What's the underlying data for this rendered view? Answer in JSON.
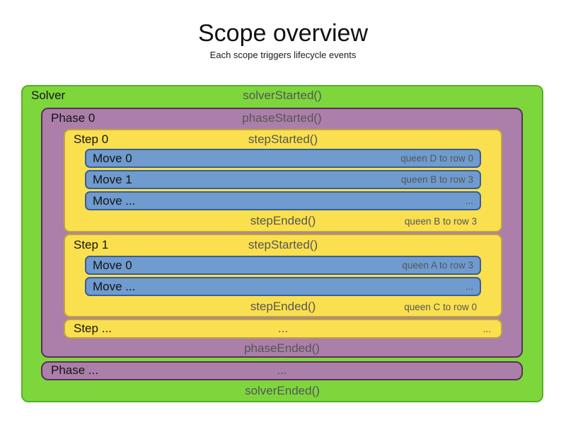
{
  "page": {
    "title": "Scope overview",
    "subtitle": "Each scope triggers lifecycle events"
  },
  "colors": {
    "solver_fill": "#7ed63d",
    "solver_border": "#55b126",
    "phase_fill": "#ab7fa9",
    "phase_border": "#583158",
    "step_fill": "#fae04e",
    "step_border": "#bfa640",
    "move_fill": "#6f9bce",
    "move_border": "#3a5e95",
    "label_text": "#141414",
    "event_text": "#565656",
    "detail_text": "#53565c"
  },
  "solver": {
    "label": "Solver",
    "started_event": "solverStarted()",
    "ended_event": "solverEnded()",
    "phases": [
      {
        "label": "Phase 0",
        "started_event": "phaseStarted()",
        "ended_event": "phaseEnded()",
        "steps": [
          {
            "label": "Step 0",
            "started_event": "stepStarted()",
            "ended_event": "stepEnded()",
            "ended_detail": "queen B to row 3",
            "moves": [
              {
                "label": "Move 0",
                "detail": "queen D to row 0"
              },
              {
                "label": "Move 1",
                "detail": "queen B to row 3"
              },
              {
                "label": "Move ...",
                "detail": "..."
              }
            ]
          },
          {
            "label": "Step 1",
            "started_event": "stepStarted()",
            "ended_event": "stepEnded()",
            "ended_detail": "queen C to row 0",
            "moves": [
              {
                "label": "Move 0",
                "detail": "queen A to row 3"
              },
              {
                "label": "Move ...",
                "detail": "..."
              }
            ]
          },
          {
            "label": "Step ...",
            "center_ellipsis": "...",
            "right_ellipsis": "..."
          }
        ]
      },
      {
        "label": "Phase ...",
        "center_ellipsis": "..."
      }
    ]
  }
}
